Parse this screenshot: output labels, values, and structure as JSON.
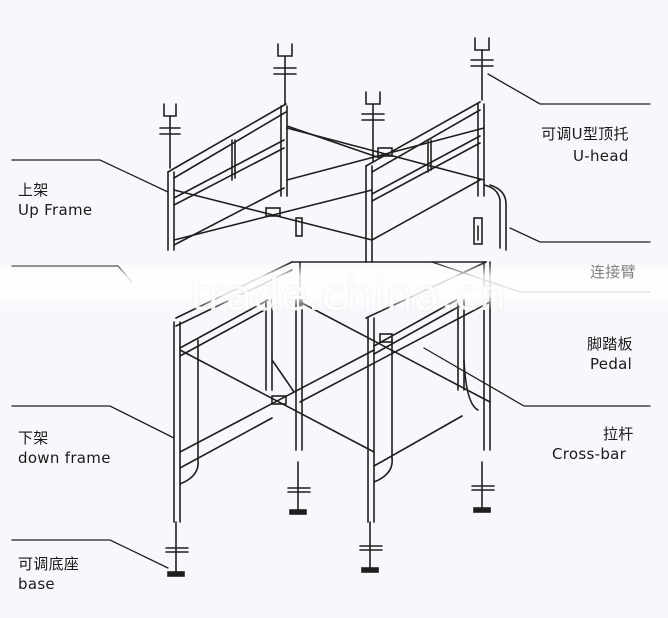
{
  "labels": {
    "up_frame_cn": "上架",
    "up_frame_en": "Up Frame",
    "u_head_cn": "可调U型顶托",
    "u_head_en": "U-head",
    "connect_pin_cn": "连接臂",
    "pedal_cn": "脚踏板",
    "pedal_en": "Pedal",
    "down_frame_cn": "下架",
    "down_frame_en": "down frame",
    "cross_bar_cn": "拉杆",
    "cross_bar_en": "Cross-bar",
    "base_cn": "可调底座",
    "base_en": "base"
  },
  "watermark": "trade.china.cn",
  "colors": {
    "background": "#f7f8fb",
    "line": "#1f1f1f",
    "text": "#1a1a1a"
  }
}
